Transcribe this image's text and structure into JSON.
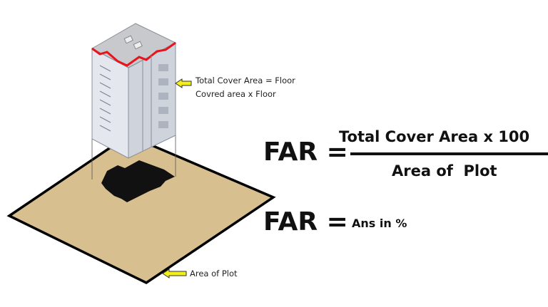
{
  "labels": {
    "cover_area_line1": "Total Cover Area = Floor",
    "cover_area_line2": "Covred area x Floor",
    "plot_area": "Area of Plot"
  },
  "formula1": {
    "lhs": "FAR =",
    "numerator": "Total Cover Area x 100",
    "denominator": "Area of  Plot"
  },
  "formula2": {
    "lhs": "FAR =",
    "rhs": "Ans in %"
  },
  "colors": {
    "plot_fill": "#d8bf8f",
    "highlight": "#e8141c",
    "arrow": "#f2ee1a",
    "building": "#d9dce3"
  }
}
